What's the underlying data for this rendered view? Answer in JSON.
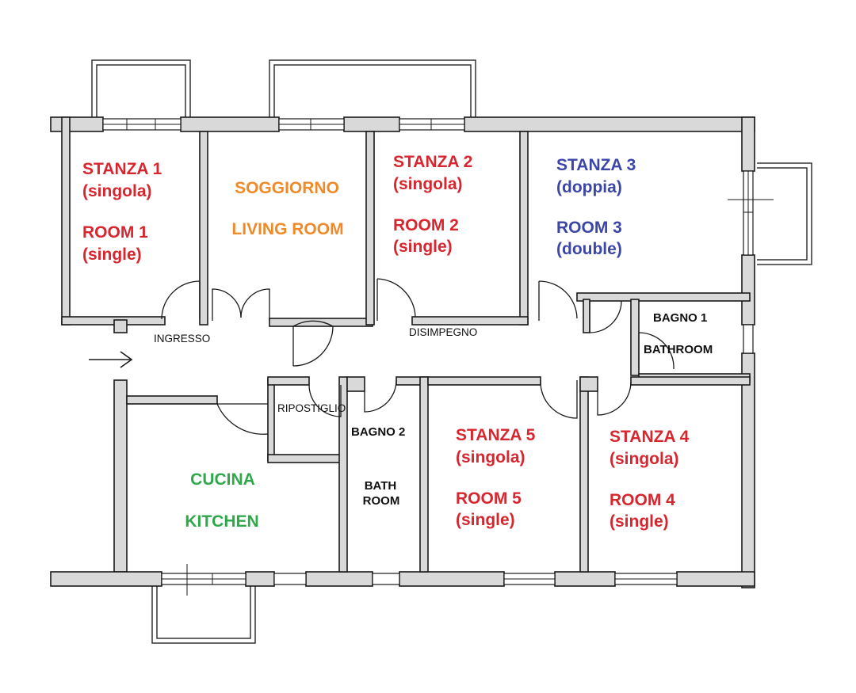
{
  "colors": {
    "wall_fill": "#d9d9d9",
    "wall_stroke": "#1a1a1a",
    "red": "#d7262e",
    "blue": "#3b46a8",
    "orange": "#ee8a2a",
    "green": "#2ea84a",
    "black": "#111111"
  },
  "rooms": {
    "stanza1": {
      "it_name": "STANZA 1",
      "it_type": "(singola)",
      "en_name": "ROOM 1",
      "en_type": "(single)"
    },
    "soggiorno": {
      "it_name": "SOGGIORNO",
      "en_name": "LIVING ROOM"
    },
    "stanza2": {
      "it_name": "STANZA 2",
      "it_type": "(singola)",
      "en_name": "ROOM 2",
      "en_type": "(single)"
    },
    "stanza3": {
      "it_name": "STANZA 3",
      "it_type": "(doppia)",
      "en_name": "ROOM 3",
      "en_type": "(double)"
    },
    "bagno1": {
      "it_name": "BAGNO 1",
      "en_name": "BATHROOM"
    },
    "cucina": {
      "it_name": "CUCINA",
      "en_name": "KITCHEN"
    },
    "ripostiglio": {
      "name": "RIPOSTIGLIO"
    },
    "bagno2": {
      "it_name": "BAGNO 2",
      "en_line1": "BATH",
      "en_line2": "ROOM"
    },
    "stanza5": {
      "it_name": "STANZA 5",
      "it_type": "(singola)",
      "en_name": "ROOM 5",
      "en_type": "(single)"
    },
    "stanza4": {
      "it_name": "STANZA 4",
      "it_type": "(singola)",
      "en_name": "ROOM 4",
      "en_type": "(single)"
    }
  },
  "areas": {
    "ingresso": "INGRESSO",
    "disimpegno": "DISIMPEGNO"
  }
}
